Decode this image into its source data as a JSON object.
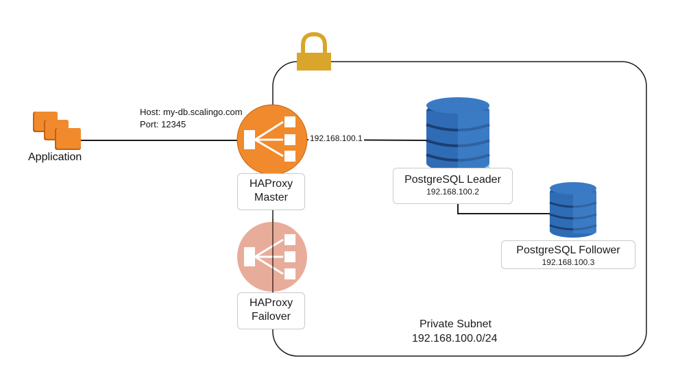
{
  "application": {
    "label": "Application",
    "icon": "application-stack-icon",
    "color": "#f08a2c"
  },
  "connection": {
    "host": "Host: my-db.scalingo.com",
    "port": "Port: 12345"
  },
  "haproxy_master": {
    "title": "HAProxy",
    "subtitle": "Master",
    "icon": "load-balancer-icon",
    "color": "#f08a2c"
  },
  "haproxy_failover": {
    "title": "HAProxy",
    "subtitle": "Failover",
    "icon": "load-balancer-icon",
    "color": "#e2a08c"
  },
  "master_ip": "192.168.100.1",
  "leader": {
    "title": "PostgreSQL Leader",
    "ip": "192.168.100.2",
    "icon": "database-icon",
    "color": "#2f6cb5"
  },
  "follower": {
    "title": "PostgreSQL Follower",
    "ip": "192.168.100.3",
    "icon": "database-icon",
    "color": "#2f6cb5"
  },
  "subnet": {
    "title": "Private Subnet",
    "cidr": "192.168.100.0/24",
    "icon": "lock-icon",
    "lock_color": "#d9a52a"
  }
}
